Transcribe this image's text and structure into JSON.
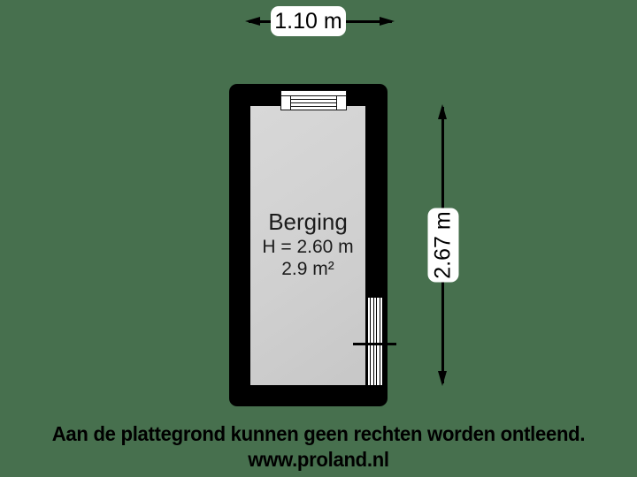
{
  "colors": {
    "background": "#47704E",
    "wall": "#000000",
    "room_fill": "#D0D0D0",
    "label_background": "#FFFFFF",
    "text": "#000000"
  },
  "dimensions": {
    "width_label": "1.10 m",
    "height_label": "2.67 m"
  },
  "room": {
    "name": "Berging",
    "ceiling_height": "H = 2.60 m",
    "area": "2.9 m²"
  },
  "footer": {
    "disclaimer": "Aan de plattegrond kunnen geen rechten worden ontleend.",
    "website": "www.proland.nl"
  }
}
